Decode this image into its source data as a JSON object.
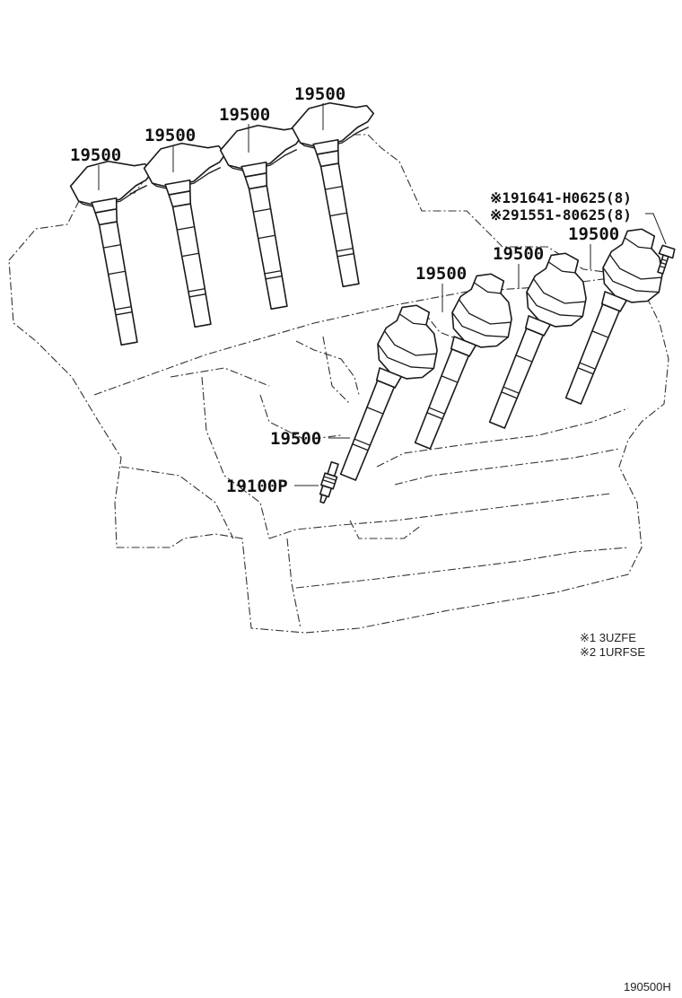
{
  "callouts": {
    "coil_1": "19500",
    "coil_2": "19500",
    "coil_3": "19500",
    "coil_4": "19500",
    "coil_5": "19500",
    "coil_6": "19500",
    "coil_7": "19500",
    "coil_8": "19500",
    "spark_plug": "19100P",
    "bolt_1": "※191641-H0625(8)",
    "bolt_2": "※291551-80625(8)"
  },
  "notes": {
    "note_1": "※1 3UZFE",
    "note_2": "※2 1URFSE"
  },
  "figure_id": "190500H"
}
